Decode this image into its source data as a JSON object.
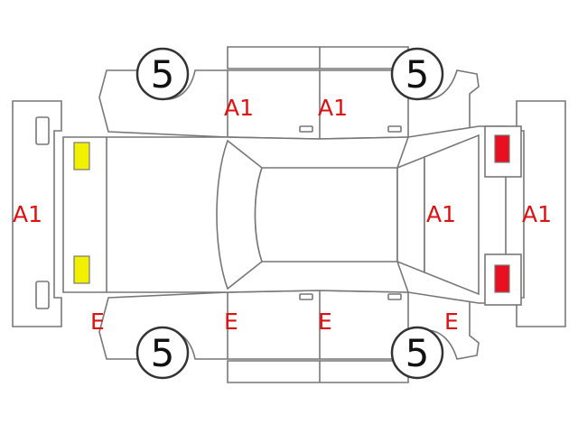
{
  "colors": {
    "outline": "#777777",
    "code_text": "#dd1111",
    "front_lamp_fill": "#f0f000",
    "rear_lamp_fill": "#e81020"
  },
  "wheels": {
    "front_left": "5",
    "rear_left": "5",
    "front_right": "5",
    "rear_right": "5"
  },
  "codes": {
    "front_bumper": "A1",
    "rear_bumper": "A1",
    "front_door_top": "A1",
    "rear_door_top": "A1",
    "tailgate": "A1",
    "front_fender_bottom": "E",
    "front_door_bottom": "E",
    "rear_door_bottom": "E",
    "rear_fender_bottom": "E"
  },
  "lamps": {
    "front": "yellow",
    "rear": "red"
  }
}
